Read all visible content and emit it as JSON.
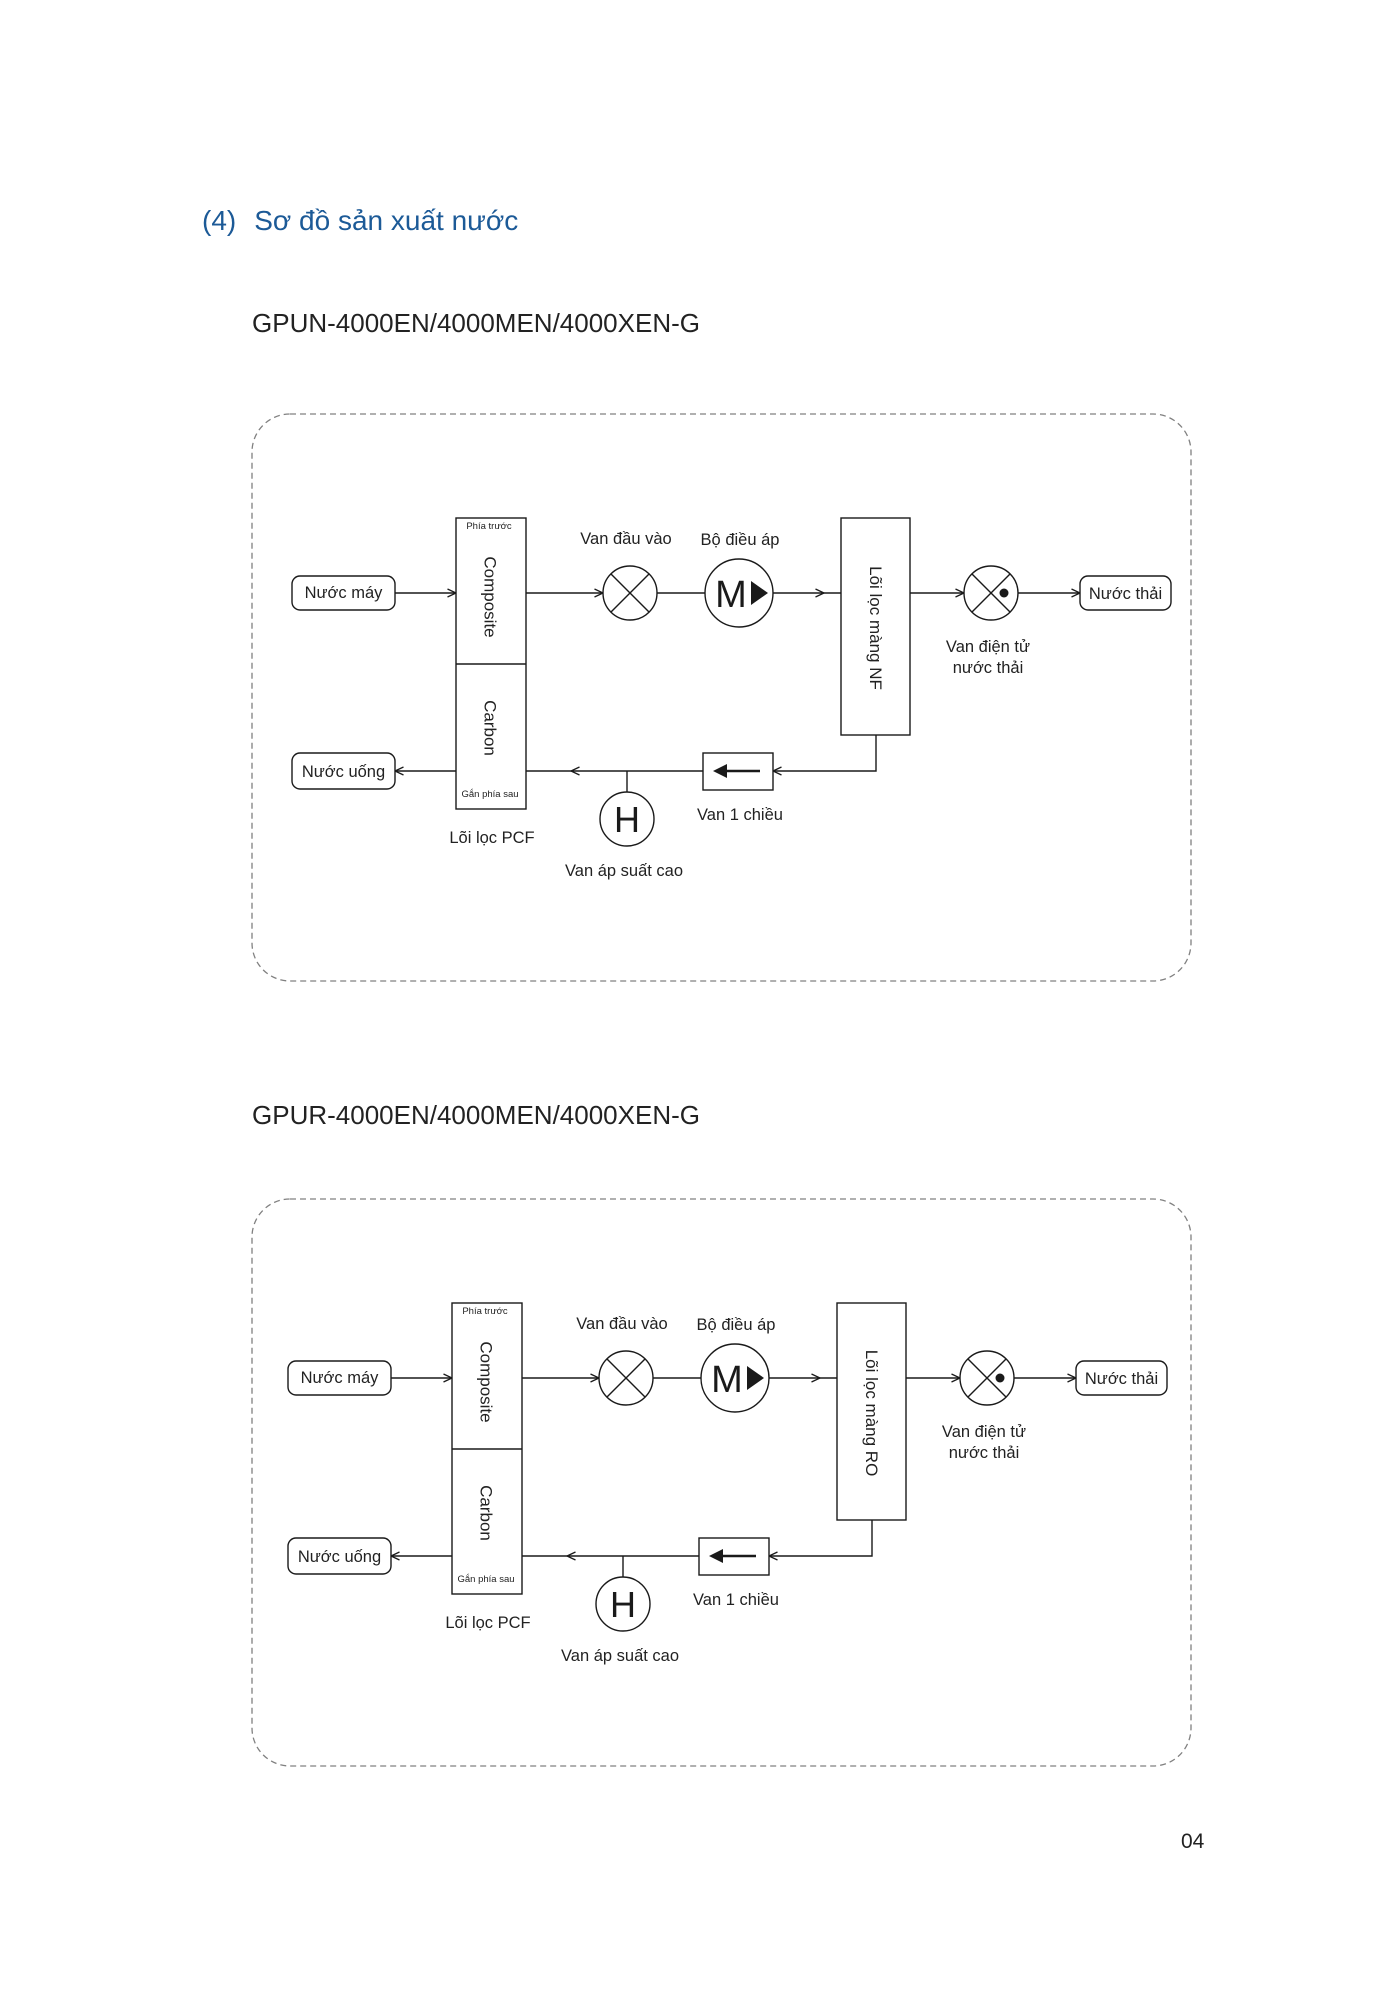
{
  "heading": {
    "number": "(4)",
    "title": "Sơ đồ sản xuất nước"
  },
  "diagrams": [
    {
      "model": "GPUN-4000EN/4000MEN/4000XEN-G",
      "labels": {
        "tap_water": "Nước máy",
        "pcf_front": "Phía trước",
        "pcf_composite": "Composite",
        "pcf_carbon": "Carbon",
        "pcf_back": "Gắn phía sau",
        "pcf_name": "Lõi lọc PCF",
        "inlet_valve": "Van đầu vào",
        "pressure_regulator": "Bộ điều áp",
        "pump_symbol": "M",
        "membrane": "Lõi lọc màng NF",
        "waste_valve_line1": "Van điện tử",
        "waste_valve_line2": "nước thải",
        "waste_water": "Nước thải",
        "check_valve": "Van 1 chiều",
        "high_pressure_valve": "Van áp suất cao",
        "high_pressure_symbol": "H",
        "drinking_water": "Nước uống"
      }
    },
    {
      "model": "GPUR-4000EN/4000MEN/4000XEN-G",
      "labels": {
        "tap_water": "Nước máy",
        "pcf_front": "Phía trước",
        "pcf_composite": "Composite",
        "pcf_carbon": "Carbon",
        "pcf_back": "Gắn phía sau",
        "pcf_name": "Lõi lọc PCF",
        "inlet_valve": "Van đầu vào",
        "pressure_regulator": "Bộ điều áp",
        "pump_symbol": "M",
        "membrane": "Lõi lọc màng RO",
        "waste_valve_line1": "Van điện tử",
        "waste_valve_line2": "nước thải",
        "waste_water": "Nước thải",
        "check_valve": "Van 1 chiều",
        "high_pressure_valve": "Van áp suất cao",
        "high_pressure_symbol": "H",
        "drinking_water": "Nước uống"
      }
    }
  ],
  "page_number": "04",
  "colors": {
    "heading": "#1c5a97",
    "text": "#222222",
    "line": "#1a1a1a",
    "frame": "#808080",
    "background": "#ffffff"
  }
}
